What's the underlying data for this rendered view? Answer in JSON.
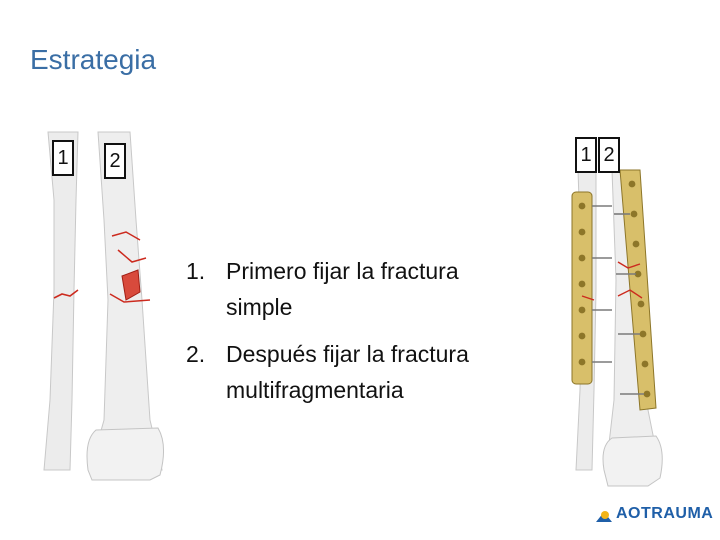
{
  "title": "Estrategia",
  "left_illustration": {
    "label_bone_1": "1",
    "label_bone_2": "2"
  },
  "right_illustration": {
    "label_bone_1": "1",
    "label_bone_2": "2"
  },
  "steps": [
    {
      "number": "1.",
      "text": "Primero fijar la fractura simple"
    },
    {
      "number": "2.",
      "text": "Después fijar la fractura multifragmentaria"
    }
  ],
  "logo": {
    "prefix": "AO",
    "name": "TRAUMA"
  },
  "colors": {
    "title": "#3a6ea5",
    "fracture": "#cc2a1e",
    "plate": "#d8bf6a",
    "logo_blue": "#1f5fa8",
    "logo_yellow": "#f2b418"
  }
}
